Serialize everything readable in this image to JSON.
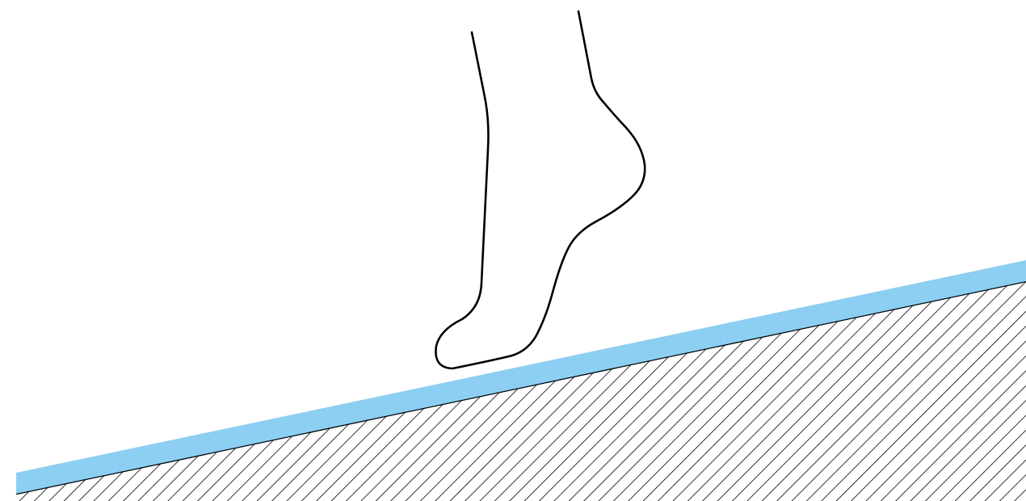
{
  "figure": {
    "elements": [
      {
        "name": "foot",
        "kind": "outline drawing of a bare foot stepping"
      },
      {
        "name": "water-film",
        "kind": "thin water layer on the slope"
      },
      {
        "name": "inclined-ground",
        "kind": "hatched ground surface, sloped"
      }
    ]
  },
  "colors": {
    "background": "#ffffff",
    "water_film": "#8ccff3",
    "outline": "#000000",
    "hatch": "#000000"
  }
}
